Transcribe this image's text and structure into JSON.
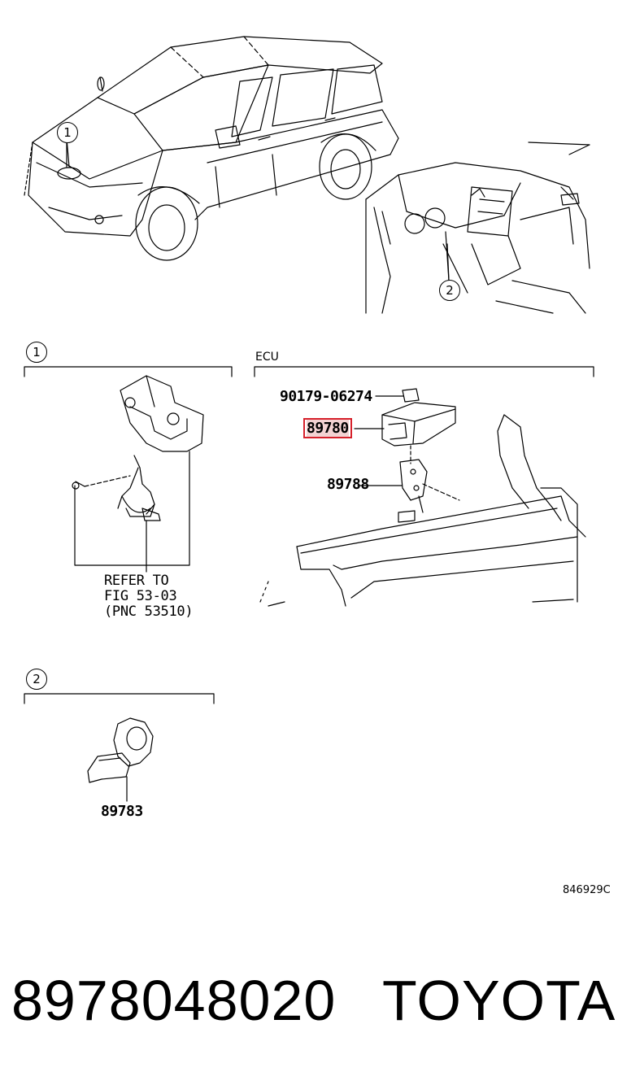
{
  "callouts": {
    "c1": "1",
    "c2": "2"
  },
  "sections": {
    "s1_num": "1",
    "s2_num": "2",
    "ecu_label": "ECU"
  },
  "parts": {
    "bolt": "90179-06274",
    "ecu": "89780",
    "bracket": "89788",
    "sensor": "89783"
  },
  "refer": {
    "line1": "REFER TO",
    "line2": "FIG 53-03",
    "line3": "(PNC 53510)"
  },
  "figure_code": "846929C",
  "footer": {
    "part_number": "8978048020",
    "brand": "TOYOTA"
  },
  "colors": {
    "highlight_border": "#d6212b",
    "highlight_fill": "#f3d3d3"
  }
}
